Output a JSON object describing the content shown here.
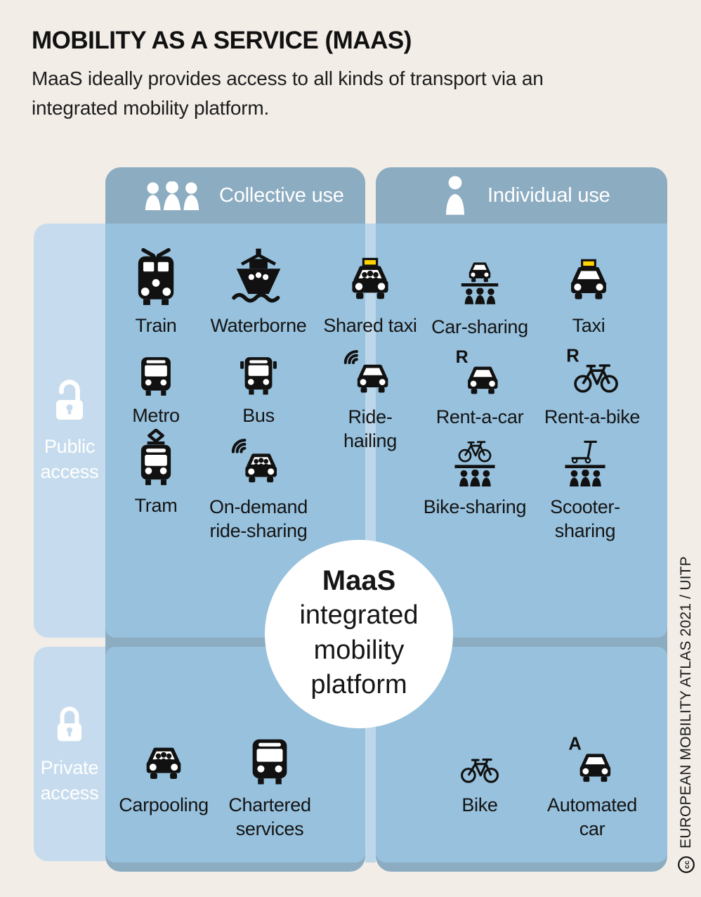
{
  "title": "MOBILITY AS A SERVICE (MAAS)",
  "subtitle_lines": [
    "MaaS ideally provides access to all kinds of transport via an",
    "integrated mobility platform."
  ],
  "columns": [
    {
      "label": "Collective use",
      "icon": "people-group-icon"
    },
    {
      "label": "Individual use",
      "icon": "person-icon"
    }
  ],
  "rows": [
    {
      "label": "Public access",
      "icon": "open-padlock-icon"
    },
    {
      "label": "Private access",
      "icon": "closed-padlock-icon"
    }
  ],
  "center": {
    "lines": [
      "MaaS",
      "integrated",
      "mobility",
      "platform"
    ]
  },
  "quadrants": {
    "public_collective": {
      "items": [
        {
          "label": "Train",
          "icon": "train-icon"
        },
        {
          "label": "Waterborne",
          "icon": "waterborne-icon"
        },
        {
          "label": "Shared taxi",
          "icon": "shared-taxi-icon"
        },
        {
          "label": "Metro",
          "icon": "metro-icon"
        },
        {
          "label": "Bus",
          "icon": "bus-icon"
        },
        {
          "label": "Ride-hailing",
          "icon": "ride-hailing-icon"
        },
        {
          "label": "Tram",
          "icon": "tram-icon"
        },
        {
          "label": "On-demand ride-sharing",
          "icon": "on-demand-ride-sharing-icon"
        }
      ]
    },
    "public_individual": {
      "items": [
        {
          "label": "Car-sharing",
          "icon": "car-sharing-icon"
        },
        {
          "label": "Taxi",
          "icon": "taxi-icon"
        },
        {
          "label": "Rent-a-car",
          "icon": "rent-a-car-icon"
        },
        {
          "label": "Rent-a-bike",
          "icon": "rent-a-bike-icon"
        },
        {
          "label": "Bike-sharing",
          "icon": "bike-sharing-icon"
        },
        {
          "label": "Scooter-sharing",
          "icon": "scooter-sharing-icon"
        }
      ]
    },
    "private_collective": {
      "items": [
        {
          "label": "Carpooling",
          "icon": "carpooling-icon"
        },
        {
          "label": "Chartered services",
          "icon": "chartered-services-icon"
        }
      ]
    },
    "private_individual": {
      "items": [
        {
          "label": "Bike",
          "icon": "bike-icon"
        },
        {
          "label": "Automated car",
          "icon": "automated-car-icon"
        }
      ]
    }
  },
  "credit": "EUROPEAN MOBILITY ATLAS 2021 / UITP",
  "credit_icon": "cc-icon",
  "colors": {
    "background": "#f2ede7",
    "panel_blue": "#97c1dd",
    "sidebar_light_blue": "#c6dcee",
    "band_blue_gray": "#8cacc1",
    "column_gap_stripe": "#bdd7ea",
    "circle_white": "#ffffff",
    "icon_black": "#111111",
    "taxi_sign_yellow": "#ffd400",
    "header_text_white": "#ffffff"
  }
}
